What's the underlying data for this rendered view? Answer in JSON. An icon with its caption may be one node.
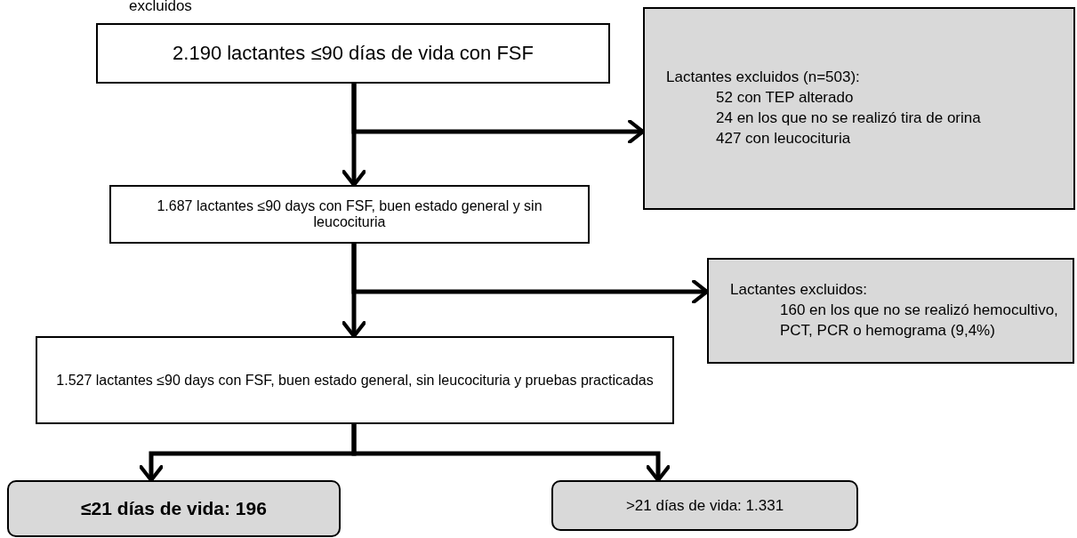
{
  "diagram": {
    "nodes": [
      {
        "text": [
          "2.190 lactantes ≤90 días de vida con FSF"
        ]
      },
      {
        "text": [
          "Lactantes excluidos (n=503):",
          "52 con TEP alterado",
          "24 en los que no se realizó tira de orina",
          "427 con leucocituria"
        ]
      },
      {
        "text": [
          "1.687 lactantes ≤90 days con FSF, buen estado general y sin leucocituria"
        ]
      },
      {
        "text": [
          "Lactantes excluidos:",
          "160 en los que no se realizó hemocultivo, PCT, PCR o hemograma (9,4%)"
        ]
      },
      {
        "text": [
          "1.527 lactantes ≤90 days con FSF, buen estado general, sin leucocituria y pruebas practicadas"
        ]
      },
      {
        "text": [
          "≤21 días de vida: 196"
        ]
      },
      {
        "text": [
          ">21 días de vida: 1.331"
        ]
      }
    ],
    "edges": [
      {
        "from": 0,
        "to": 2,
        "arrow": "to"
      },
      {
        "from": 0,
        "to": 1,
        "arrow": "to"
      },
      {
        "from": 2,
        "to": 4,
        "arrow": "to"
      },
      {
        "from": 2,
        "to": 3,
        "arrow": "to"
      },
      {
        "from": 4,
        "to": 5,
        "arrow": "to"
      },
      {
        "from": 4,
        "to": 6,
        "arrow": "to"
      }
    ],
    "labels": [
      "excluidos"
    ]
  }
}
